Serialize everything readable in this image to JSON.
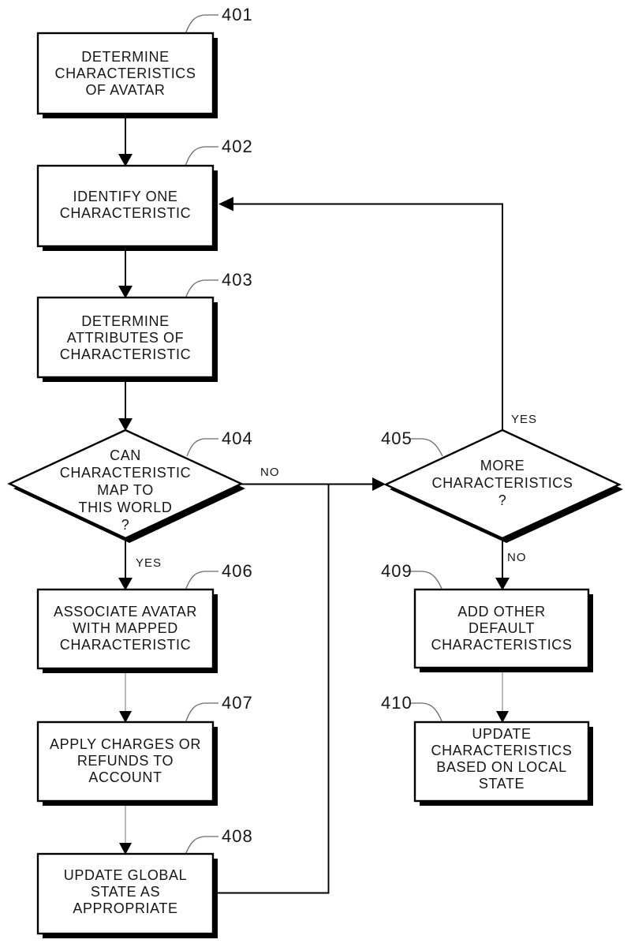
{
  "figure": {
    "kind": "patent-flowchart",
    "background_color": "#ffffff",
    "line_color": "#000000",
    "gray_connector_color": "#9b9b9b"
  },
  "nodes": {
    "n401": {
      "ref": "401",
      "shape": "process",
      "lines": [
        "DETERMINE",
        "CHARACTERISTICS",
        "OF AVATAR"
      ]
    },
    "n402": {
      "ref": "402",
      "shape": "process",
      "lines": [
        "IDENTIFY ONE",
        "CHARACTERISTIC"
      ]
    },
    "n403": {
      "ref": "403",
      "shape": "process",
      "lines": [
        "DETERMINE",
        "ATTRIBUTES OF",
        "CHARACTERISTIC"
      ]
    },
    "n404": {
      "ref": "404",
      "shape": "decision",
      "lines": [
        "CAN",
        "CHARACTERISTIC",
        "MAP TO",
        "THIS WORLD",
        "?"
      ]
    },
    "n405": {
      "ref": "405",
      "shape": "decision",
      "lines": [
        "MORE",
        "CHARACTERISTICS",
        "?"
      ]
    },
    "n406": {
      "ref": "406",
      "shape": "process",
      "lines": [
        "ASSOCIATE AVATAR",
        "WITH MAPPED",
        "CHARACTERISTIC"
      ]
    },
    "n407": {
      "ref": "407",
      "shape": "process",
      "lines": [
        "APPLY CHARGES OR",
        "REFUNDS TO",
        "ACCOUNT"
      ]
    },
    "n408": {
      "ref": "408",
      "shape": "process",
      "lines": [
        "UPDATE GLOBAL",
        "STATE AS",
        "APPROPRIATE"
      ]
    },
    "n409": {
      "ref": "409",
      "shape": "process",
      "lines": [
        "ADD OTHER",
        "DEFAULT",
        "CHARACTERISTICS"
      ]
    },
    "n410": {
      "ref": "410",
      "shape": "process",
      "lines": [
        "UPDATE",
        "CHARACTERISTICS",
        "BASED ON LOCAL",
        "STATE"
      ]
    }
  },
  "branch_labels": {
    "d404_yes": "YES",
    "d404_no": "NO",
    "d405_yes": "YES",
    "d405_no": "NO"
  }
}
